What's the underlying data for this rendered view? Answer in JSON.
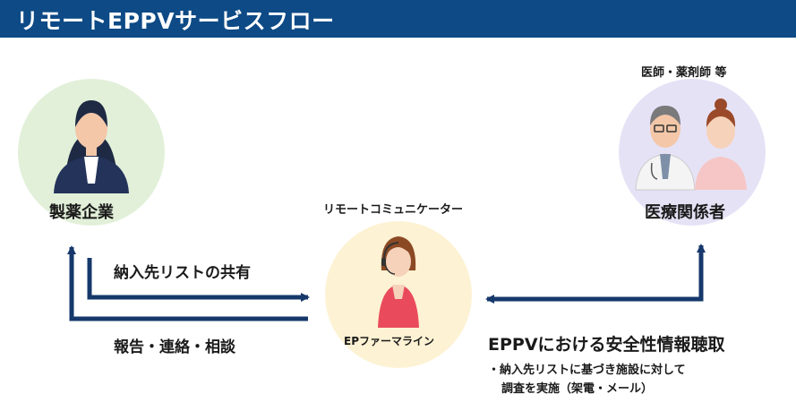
{
  "header": {
    "title": "リモートEPPVサービスフロー"
  },
  "nodes": {
    "pharma": {
      "label": "製薬企業"
    },
    "remote": {
      "top_label": "リモートコミュニケーター",
      "inner_label": "EPファーマライン"
    },
    "medical": {
      "top_label": "医師・薬剤師 等",
      "label": "医療関係者"
    }
  },
  "flows": {
    "share": "納入先リストの共有",
    "report": "報告・連絡・相談",
    "eppv": "EPPVにおける安全性情報聴取",
    "detail_line1": "・納入先リストに基づき施設に対して",
    "detail_line2": "調査を実施（架電・メール）"
  },
  "colors": {
    "header_bg": "#0d4a86",
    "arrow": "#16386b",
    "pharma_bg": "#e2f0d9",
    "remote_bg": "#fdf2d3",
    "medical_bg": "#e6e2f6"
  }
}
